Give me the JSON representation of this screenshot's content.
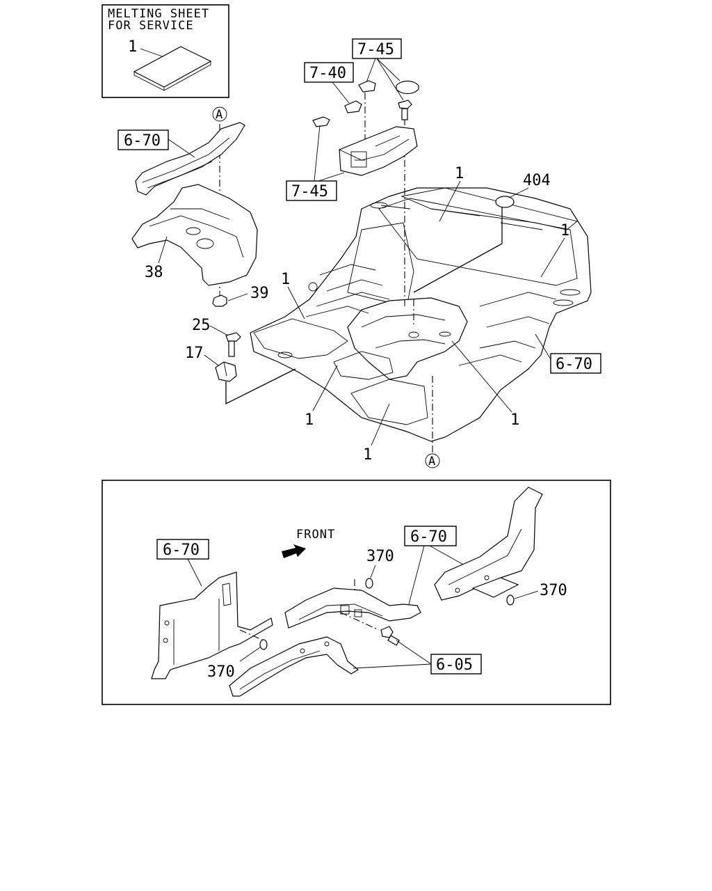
{
  "service_note": {
    "line1": "MELTING SHEET",
    "line2": "FOR SERVICE",
    "part_no": "1"
  },
  "reference_marker": "A",
  "refs": {
    "r_6_70": "6-70",
    "r_7_45": "7-45",
    "r_7_40": "7-40",
    "r_6_05": "6-05"
  },
  "parts": {
    "p1": "1",
    "p404": "404",
    "p38": "38",
    "p39": "39",
    "p25": "25",
    "p17": "17",
    "p370": "370"
  },
  "detail": {
    "front_label": "FRONT"
  }
}
